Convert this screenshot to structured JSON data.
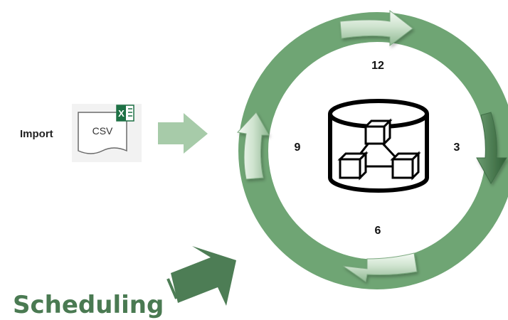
{
  "import": {
    "label": "Import",
    "file_icon_text": "CSV",
    "app_badge": "X"
  },
  "cycle": {
    "numbers": {
      "top": "12",
      "right": "3",
      "bottom": "6",
      "left": "9"
    }
  },
  "title": "Scheduling",
  "colors": {
    "ring": "#6fa574",
    "title": "#4a7a52",
    "arrow_light": "#a7cba9",
    "arrow_dark": "#4d7d55",
    "excel": "#1e7145"
  },
  "icons": {
    "file": "excel-csv-file-icon",
    "database": "database-network-icon"
  }
}
